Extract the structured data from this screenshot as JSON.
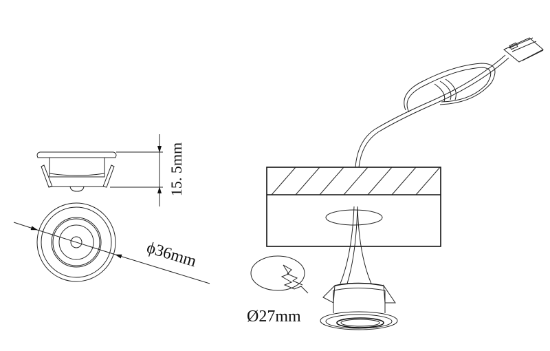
{
  "drawing": {
    "height_label": "15. 5mm",
    "outer_diameter_label": "ϕ36mm",
    "cutout_diameter_label": "Ø27mm"
  },
  "colors": {
    "line": "#222222",
    "background": "#ffffff"
  }
}
